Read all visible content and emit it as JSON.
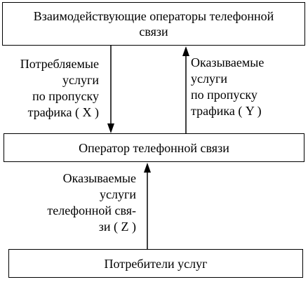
{
  "boxes": {
    "top": {
      "line1": "Взаимодействующие операторы телефонной",
      "line2": "связи"
    },
    "middle": "Оператор телефонной связи",
    "bottom": "Потребители услуг"
  },
  "labels": {
    "x": [
      "Потребляемые",
      "услуги",
      "по пропуску",
      "трафика ( X )"
    ],
    "y": [
      "Оказываемые",
      "услуги",
      "по пропуску",
      "трафика ( Y )"
    ],
    "z": [
      "Оказываемые",
      "услуги",
      "телефонной свя-",
      "зи ( Z )"
    ]
  },
  "colors": {
    "stroke": "#000000",
    "background": "#ffffff"
  }
}
